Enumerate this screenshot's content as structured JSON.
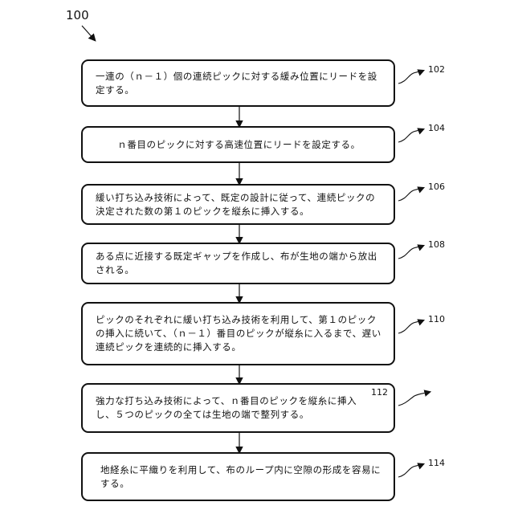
{
  "figure": {
    "number": "100"
  },
  "steps": [
    {
      "ref": "102",
      "text": "一連の（ｎ－１）個の連続ピックに対する緩み位置にリードを設定する。"
    },
    {
      "ref": "104",
      "text": "ｎ番目のピックに対する高速位置にリードを設定する。"
    },
    {
      "ref": "106",
      "text": "緩い打ち込み技術によって、既定の設計に従って、連続ピックの決定された数の第１のピックを縦糸に挿入する。"
    },
    {
      "ref": "108",
      "text": "ある点に近接する既定ギャップを作成し、布が生地の端から放出される。"
    },
    {
      "ref": "110",
      "text": "ピックのそれぞれに緩い打ち込み技術を利用して、第１のピックの挿入に続いて、（ｎ－１）番目のピックが縦糸に入るまで、遅い連続ピックを連続的に挿入する。"
    },
    {
      "ref": "112",
      "text": "強力な打ち込み技術によって、ｎ番目のピックを縦糸に挿入し、５つのピックの全ては生地の端で整列する。"
    },
    {
      "ref": "114",
      "text": "地経糸に平織りを利用して、布のループ内に空隙の形成を容易にする。"
    }
  ]
}
